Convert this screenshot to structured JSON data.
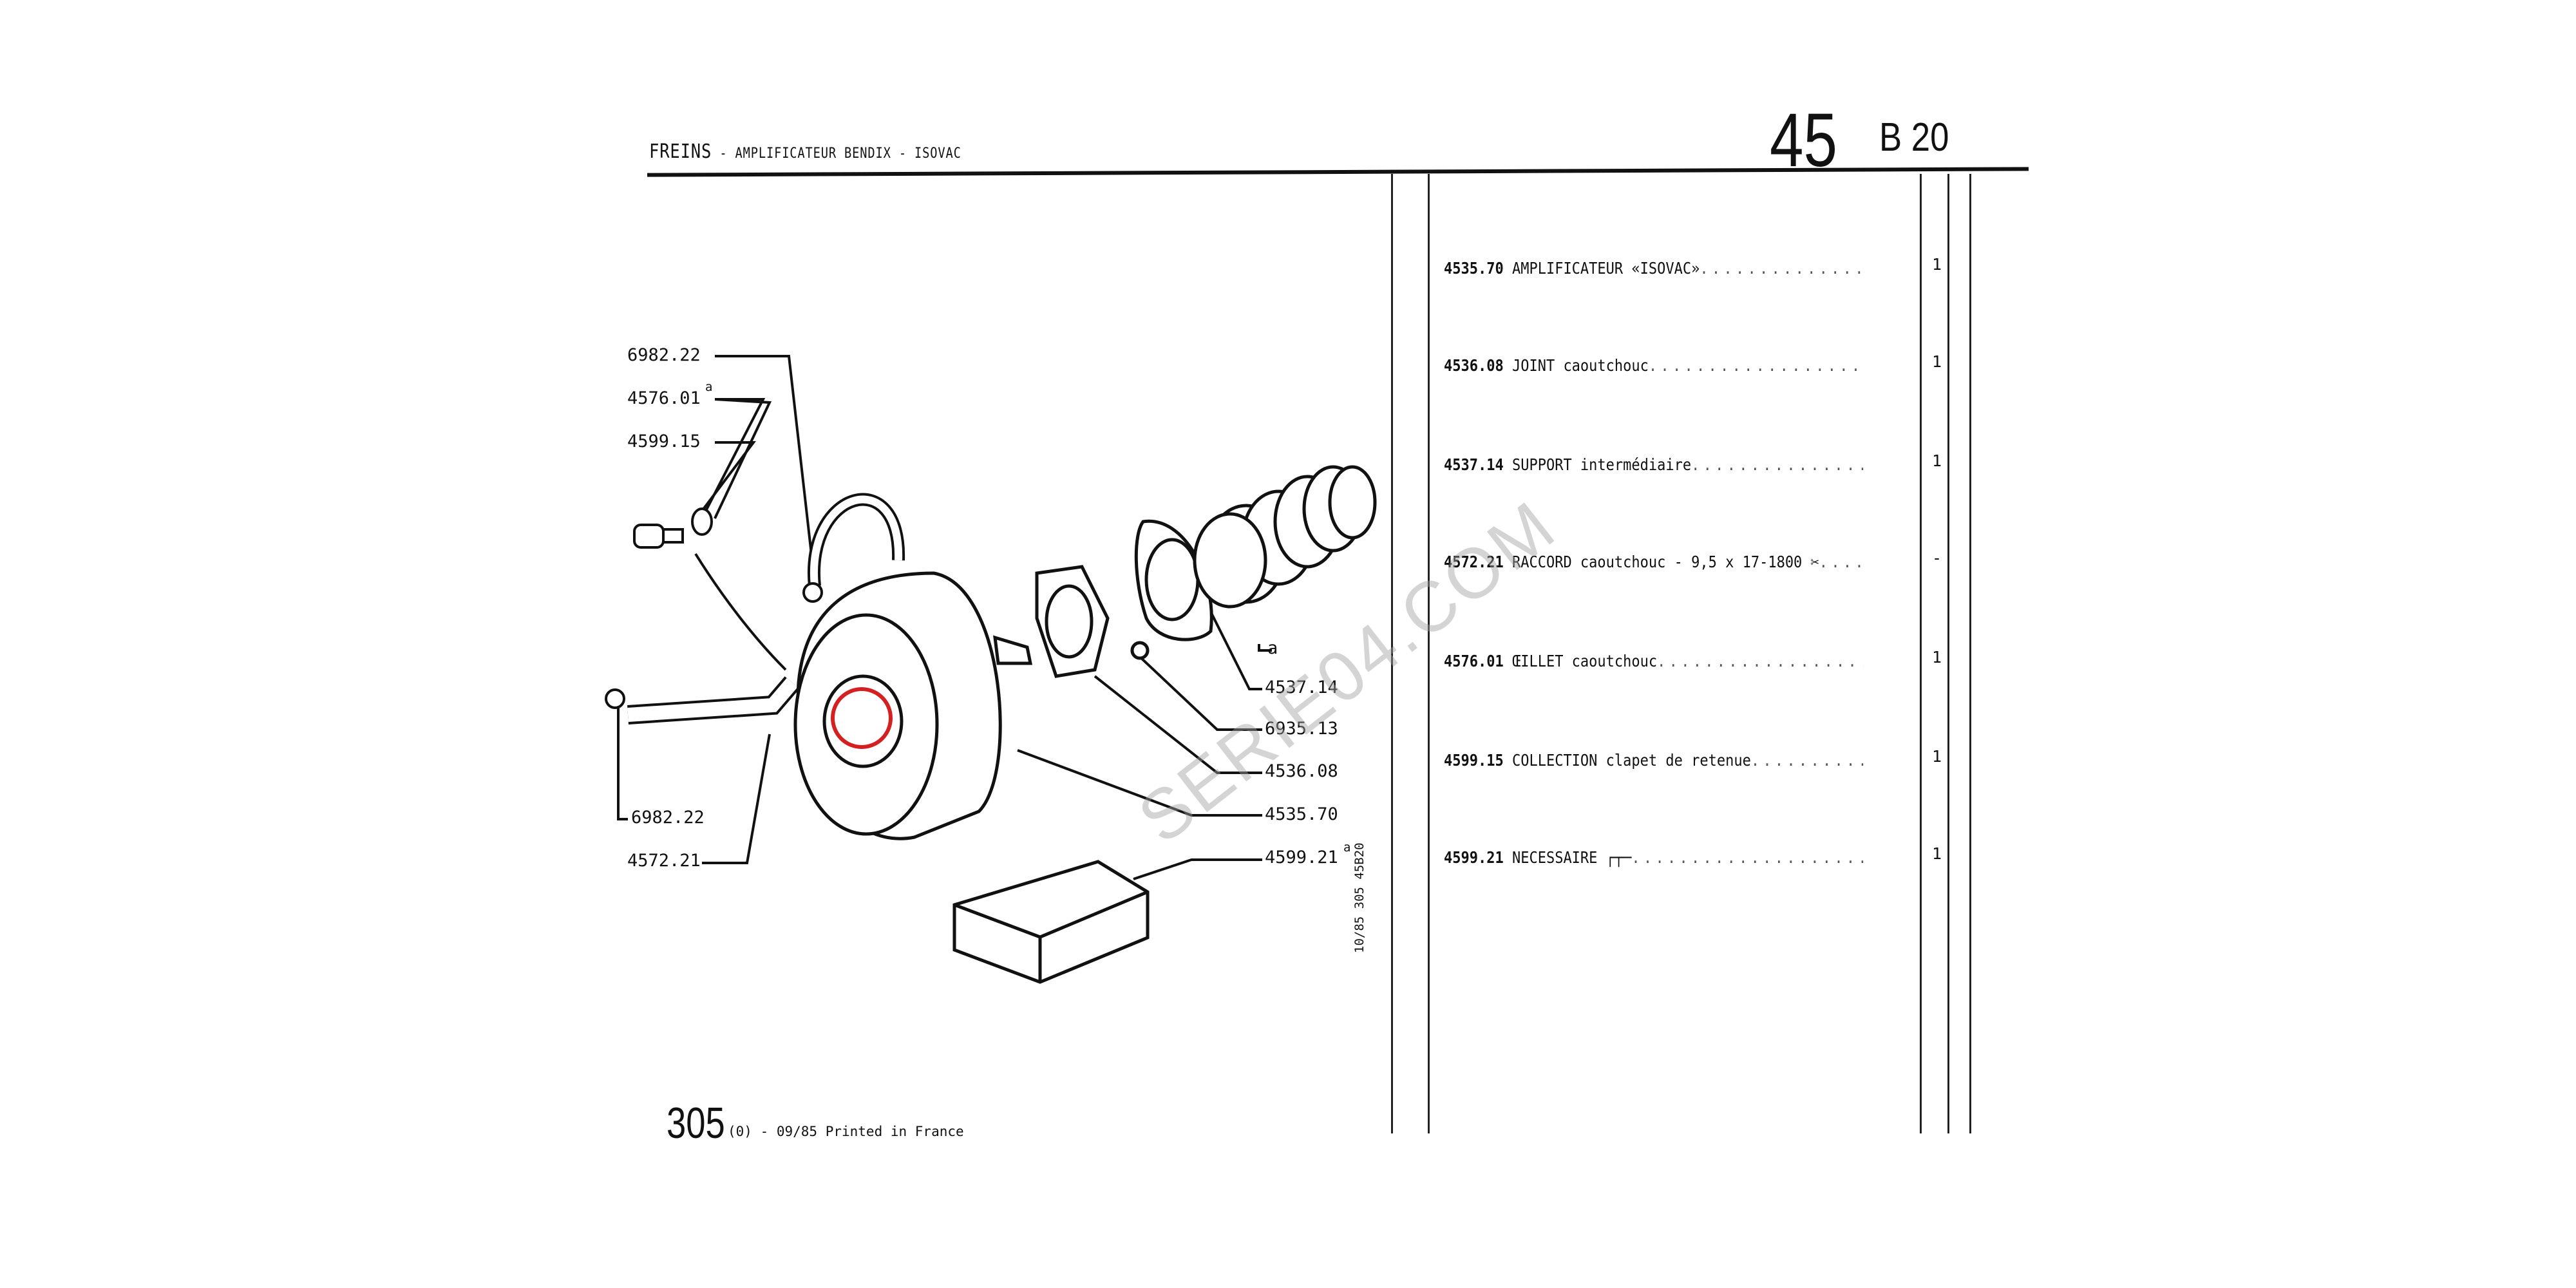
{
  "header": {
    "title": "FREINS",
    "subtitle": " - AMPLIFICATEUR BENDIX - ISOVAC",
    "section": "45",
    "subsection": "B 20"
  },
  "parts": [
    {
      "ref": "4535.70",
      "desc": "AMPLIFICATEUR «ISOVAC»",
      "qty": "1"
    },
    {
      "ref": "4536.08",
      "desc": "JOINT caoutchouc",
      "qty": "1"
    },
    {
      "ref": "4537.14",
      "desc": "SUPPORT intermédiaire",
      "qty": "1"
    },
    {
      "ref": "4572.21",
      "desc": "RACCORD caoutchouc - 9,5 x 17-1800 ✂",
      "qty": "-"
    },
    {
      "ref": "4576.01",
      "desc": "ŒILLET caoutchouc",
      "qty": "1"
    },
    {
      "ref": "4599.15",
      "desc": "COLLECTION clapet de retenue",
      "qty": "1"
    },
    {
      "ref": "4599.21",
      "desc": "NECESSAIRE ┌┬─",
      "qty": "1"
    }
  ],
  "diagram_labels": {
    "l1": "6982.22",
    "l2": "4576.01",
    "l2sup": "a",
    "l3": "4599.15",
    "l4": "6982.22",
    "l5": "4572.21",
    "r0": "a",
    "r1": "4537.14",
    "r2": "6935.13",
    "r3": "4536.08",
    "r4": "4535.70",
    "r5": "4599.21",
    "r5sup": "a"
  },
  "footer": {
    "page": "305",
    "info": "(0) - 09/85 Printed in France",
    "side_code": "10/85 305 45B20"
  },
  "watermark": "SERIE04.COM",
  "colors": {
    "ink": "#111111",
    "highlight": "#d42020"
  }
}
